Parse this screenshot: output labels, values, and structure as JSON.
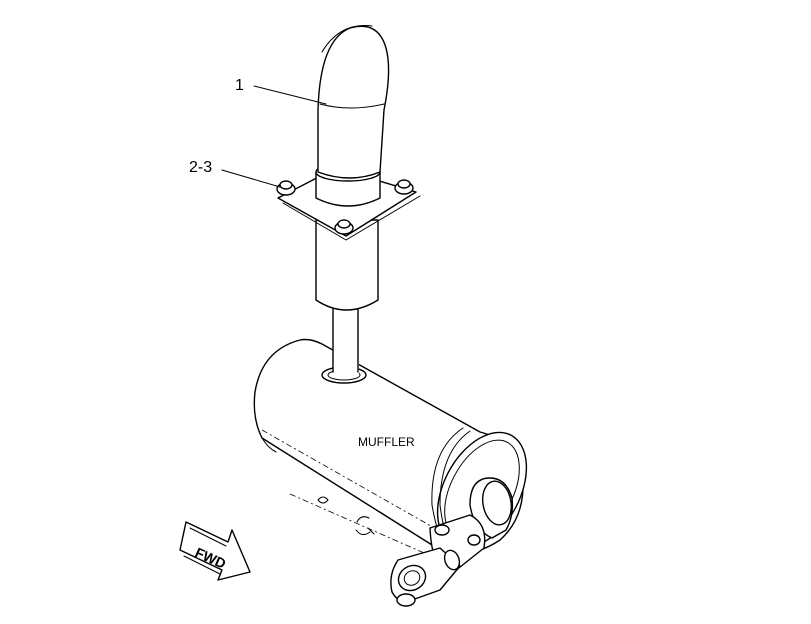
{
  "callouts": {
    "part_1": "1",
    "part_2_3": "2-3"
  },
  "labels": {
    "muffler": "MUFFLER",
    "forward_arrow": "FWD"
  },
  "colors": {
    "line": "#000000",
    "background": "#ffffff"
  }
}
